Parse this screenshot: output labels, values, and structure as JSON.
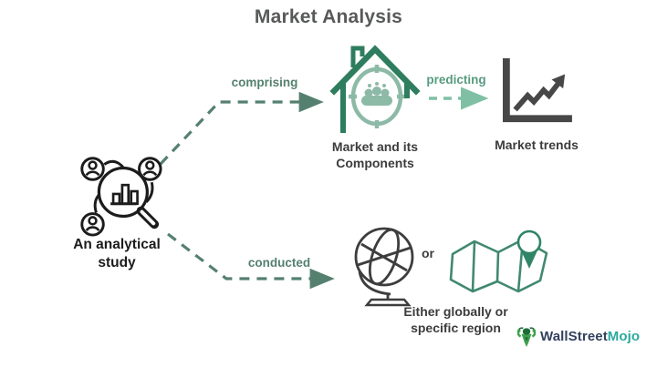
{
  "title": "Market Analysis",
  "nodes": {
    "study": {
      "line1": "An analytical",
      "line2": "study",
      "icon": "magnifier-analytics-icon"
    },
    "components": {
      "line1": "Market and its",
      "line2": "Components",
      "icon": "house-market-icon"
    },
    "trends": {
      "label": "Market trends",
      "icon": "trend-chart-icon"
    },
    "region": {
      "line1": "Either globally or",
      "line2": "specific region",
      "or": "or",
      "icons": [
        "globe-icon",
        "map-pin-icon"
      ]
    }
  },
  "edges": {
    "comprising": {
      "label": "comprising",
      "from": "study",
      "to": "components"
    },
    "predicting": {
      "label": "predicting",
      "from": "components",
      "to": "trends"
    },
    "conducted": {
      "label": "conducted",
      "from": "study",
      "to": "region"
    }
  },
  "logo": {
    "part1": "WallStreet",
    "part2": "Mojo",
    "icon": "bull-mascot-icon"
  },
  "colors": {
    "title_gray": "#58595a",
    "teal_dark": "#2e7d5e",
    "teal_edge": "#55806f",
    "teal_light": "#7fc0a4",
    "sage": "#8cbaa6",
    "icon_gray": "#474747",
    "map_teal": "#41896f",
    "pin_green": "#2f8566",
    "logo_navy": "#33415e",
    "logo_teal": "#2aa9a0",
    "logo_green": "#3fa14f"
  }
}
